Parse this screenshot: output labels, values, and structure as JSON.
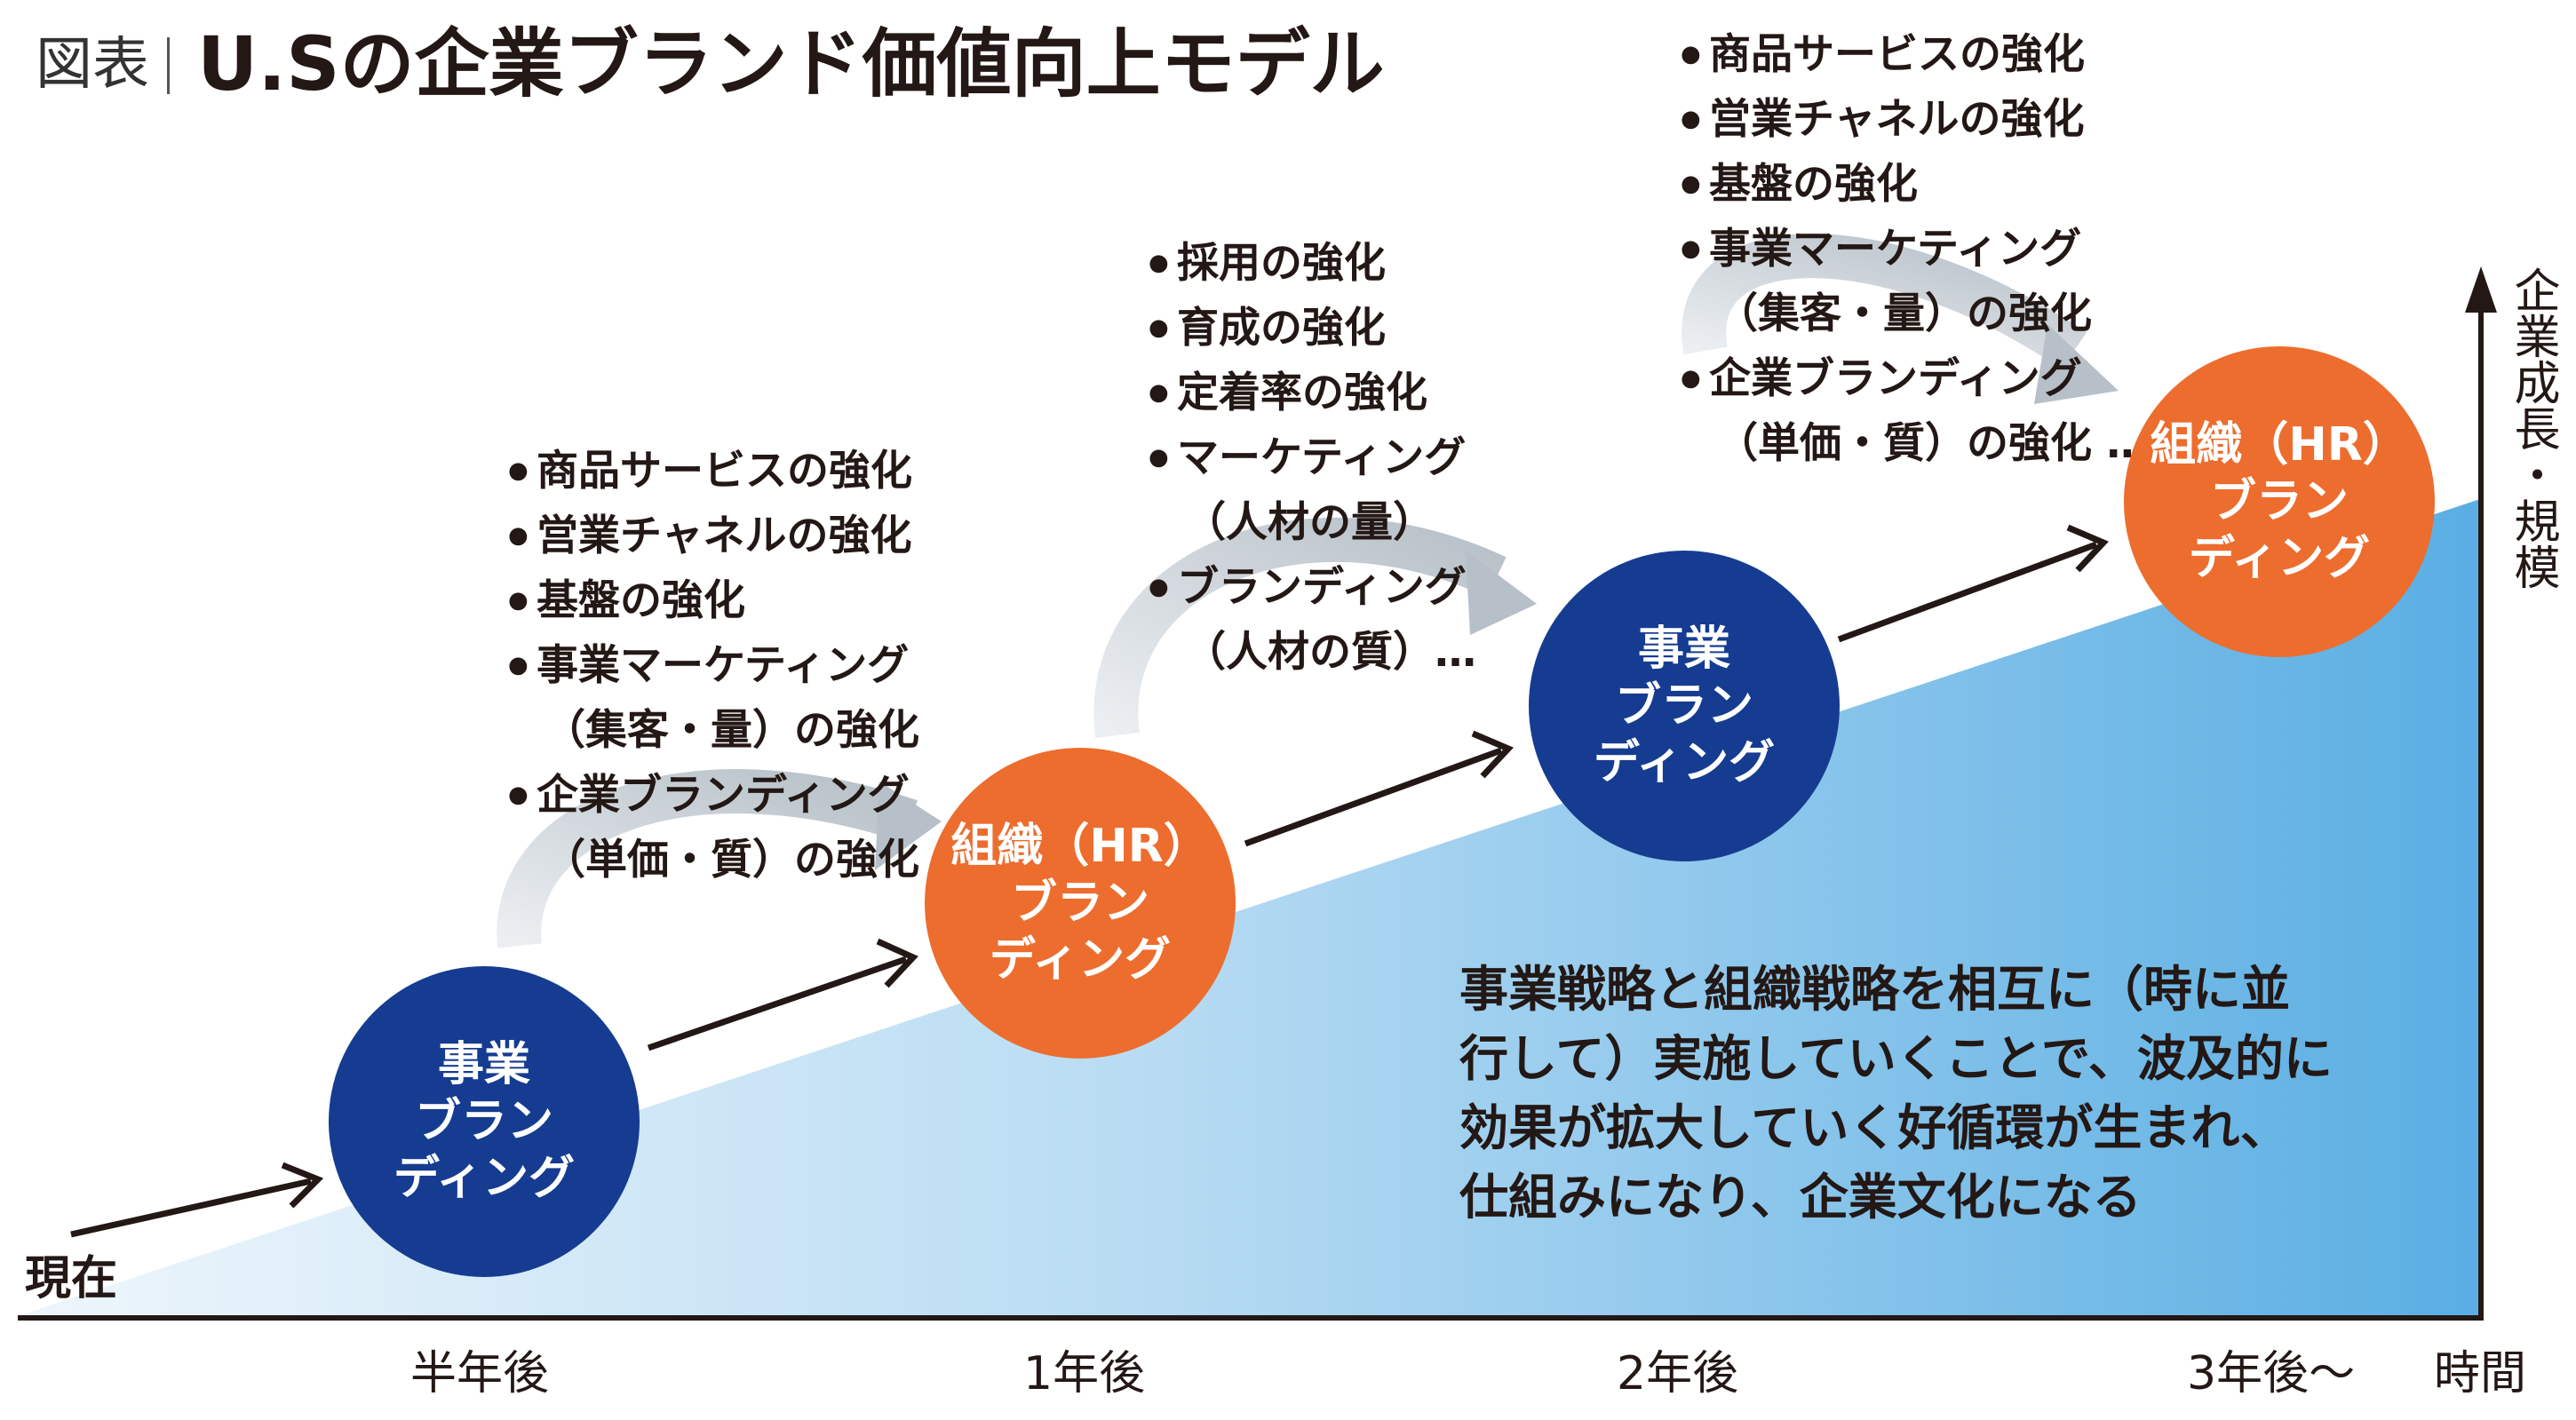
{
  "title": {
    "prefix": "図表",
    "main": "U.Sの企業ブランド価値向上モデル"
  },
  "stages": [
    {
      "lines": [
        "事業",
        "ブラン",
        "ディング"
      ],
      "color": "#153c91"
    },
    {
      "lines": [
        "組織（HR）",
        "ブラン",
        "ディング"
      ],
      "color": "#ec6d2e"
    },
    {
      "lines": [
        "事業",
        "ブラン",
        "ディング"
      ],
      "color": "#153c91"
    },
    {
      "lines": [
        "組織（HR）",
        "ブラン",
        "ディング"
      ],
      "color": "#ec6d2e"
    }
  ],
  "lists": {
    "business_1": [
      {
        "text": "商品サービスの強化"
      },
      {
        "text": "営業チャネルの強化"
      },
      {
        "text": "基盤の強化"
      },
      {
        "text": "事業マーケティング",
        "sub": "（集客・量）の強化"
      },
      {
        "text": "企業ブランディング",
        "sub": "（単価・質）の強化 …"
      }
    ],
    "organization": [
      {
        "text": "採用の強化"
      },
      {
        "text": "育成の強化"
      },
      {
        "text": "定着率の強化"
      },
      {
        "text": "マーケティング",
        "sub": "（人材の量）"
      },
      {
        "text": "ブランディング",
        "sub": "（人材の質）…"
      }
    ],
    "business_2": [
      {
        "text": "商品サービスの強化"
      },
      {
        "text": "営業チャネルの強化"
      },
      {
        "text": "基盤の強化"
      },
      {
        "text": "事業マーケティング",
        "sub": "（集客・量）の強化"
      },
      {
        "text": "企業ブランディング",
        "sub": "（単価・質）の強化 …"
      }
    ]
  },
  "summary_lines": [
    "事業戦略と組織戦略を相互に（時に並",
    "行して）実施していくことで、波及的に",
    "効果が拡大していく好循環が生まれ、",
    "仕組みになり、企業文化になる"
  ],
  "axes": {
    "start_label": "現在",
    "x_ticks": [
      "半年後",
      "1年後",
      "2年後",
      "3年後〜"
    ],
    "x_label": "時間",
    "y_label": "企業成長・規模"
  },
  "colors": {
    "navy": "#153c91",
    "orange": "#ec6d2e",
    "gradient_light": "#e6f1fa",
    "gradient_dark": "#5aaee3",
    "arrow": "#231815",
    "curved_arrow": "#c9d0d6"
  }
}
